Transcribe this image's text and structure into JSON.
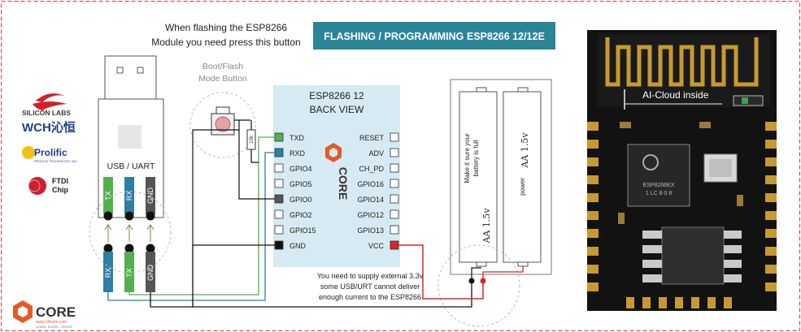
{
  "header": {
    "note_line1": "When flashing the ESP8266",
    "note_line2": "Module you need press this button",
    "banner": "FLASHING / PROGRAMMING ESP8266 12/12E",
    "banner_color": "#2c8597"
  },
  "boot_button": {
    "line1": "Boot/Flash",
    "line2": "Mode Button",
    "resistor": "10k"
  },
  "brands": {
    "silicon_labs": "SILICON LABS",
    "wch": "WCH沁恒",
    "prolific": "Prolific",
    "prolific_sub": "PROLIFIC TECHNOLOGY INC.",
    "ftdi_line1": "FTDI",
    "ftdi_line2": "Chip"
  },
  "usb": {
    "label": "USB / UART",
    "pins_top": [
      "TX",
      "RX",
      "GND"
    ],
    "pins_bottom": [
      "RX",
      "TX",
      "GND"
    ]
  },
  "esp": {
    "title_line1": "ESP8266 12",
    "title_line2": "BACK VIEW",
    "left_pins": [
      "TXD",
      "RXD",
      "GPIO4",
      "GPIO5",
      "GPIO0",
      "GPIO2",
      "GPIO15",
      "GND"
    ],
    "right_pins": [
      "RESET",
      "ADV",
      "CH_PD",
      "GPIO16",
      "GPIO14",
      "GPIO12",
      "GPIO13",
      "VCC"
    ],
    "logo": "CORE"
  },
  "battery": {
    "note_line1": "Make it sure your",
    "note_line2": "battery is full",
    "cell_label": "AA 1.5v",
    "cell2_prefix": "power",
    "cell2_label": "AA 1.5v"
  },
  "supply_note": {
    "line1": "You need to supply external 3.3v",
    "line2": "some USB/URT cannot deliver",
    "line3": "enough current to the ESP8266"
  },
  "footer_logo": {
    "name": "CORE",
    "url": "www.14core.com",
    "tag": "LEARN. SHARE. CREATE"
  },
  "module_photo": {
    "antenna_text": "AI-Cloud inside",
    "chip_line1": "ESP8266EX",
    "chip_line2": "1 LC 8 0 8"
  }
}
